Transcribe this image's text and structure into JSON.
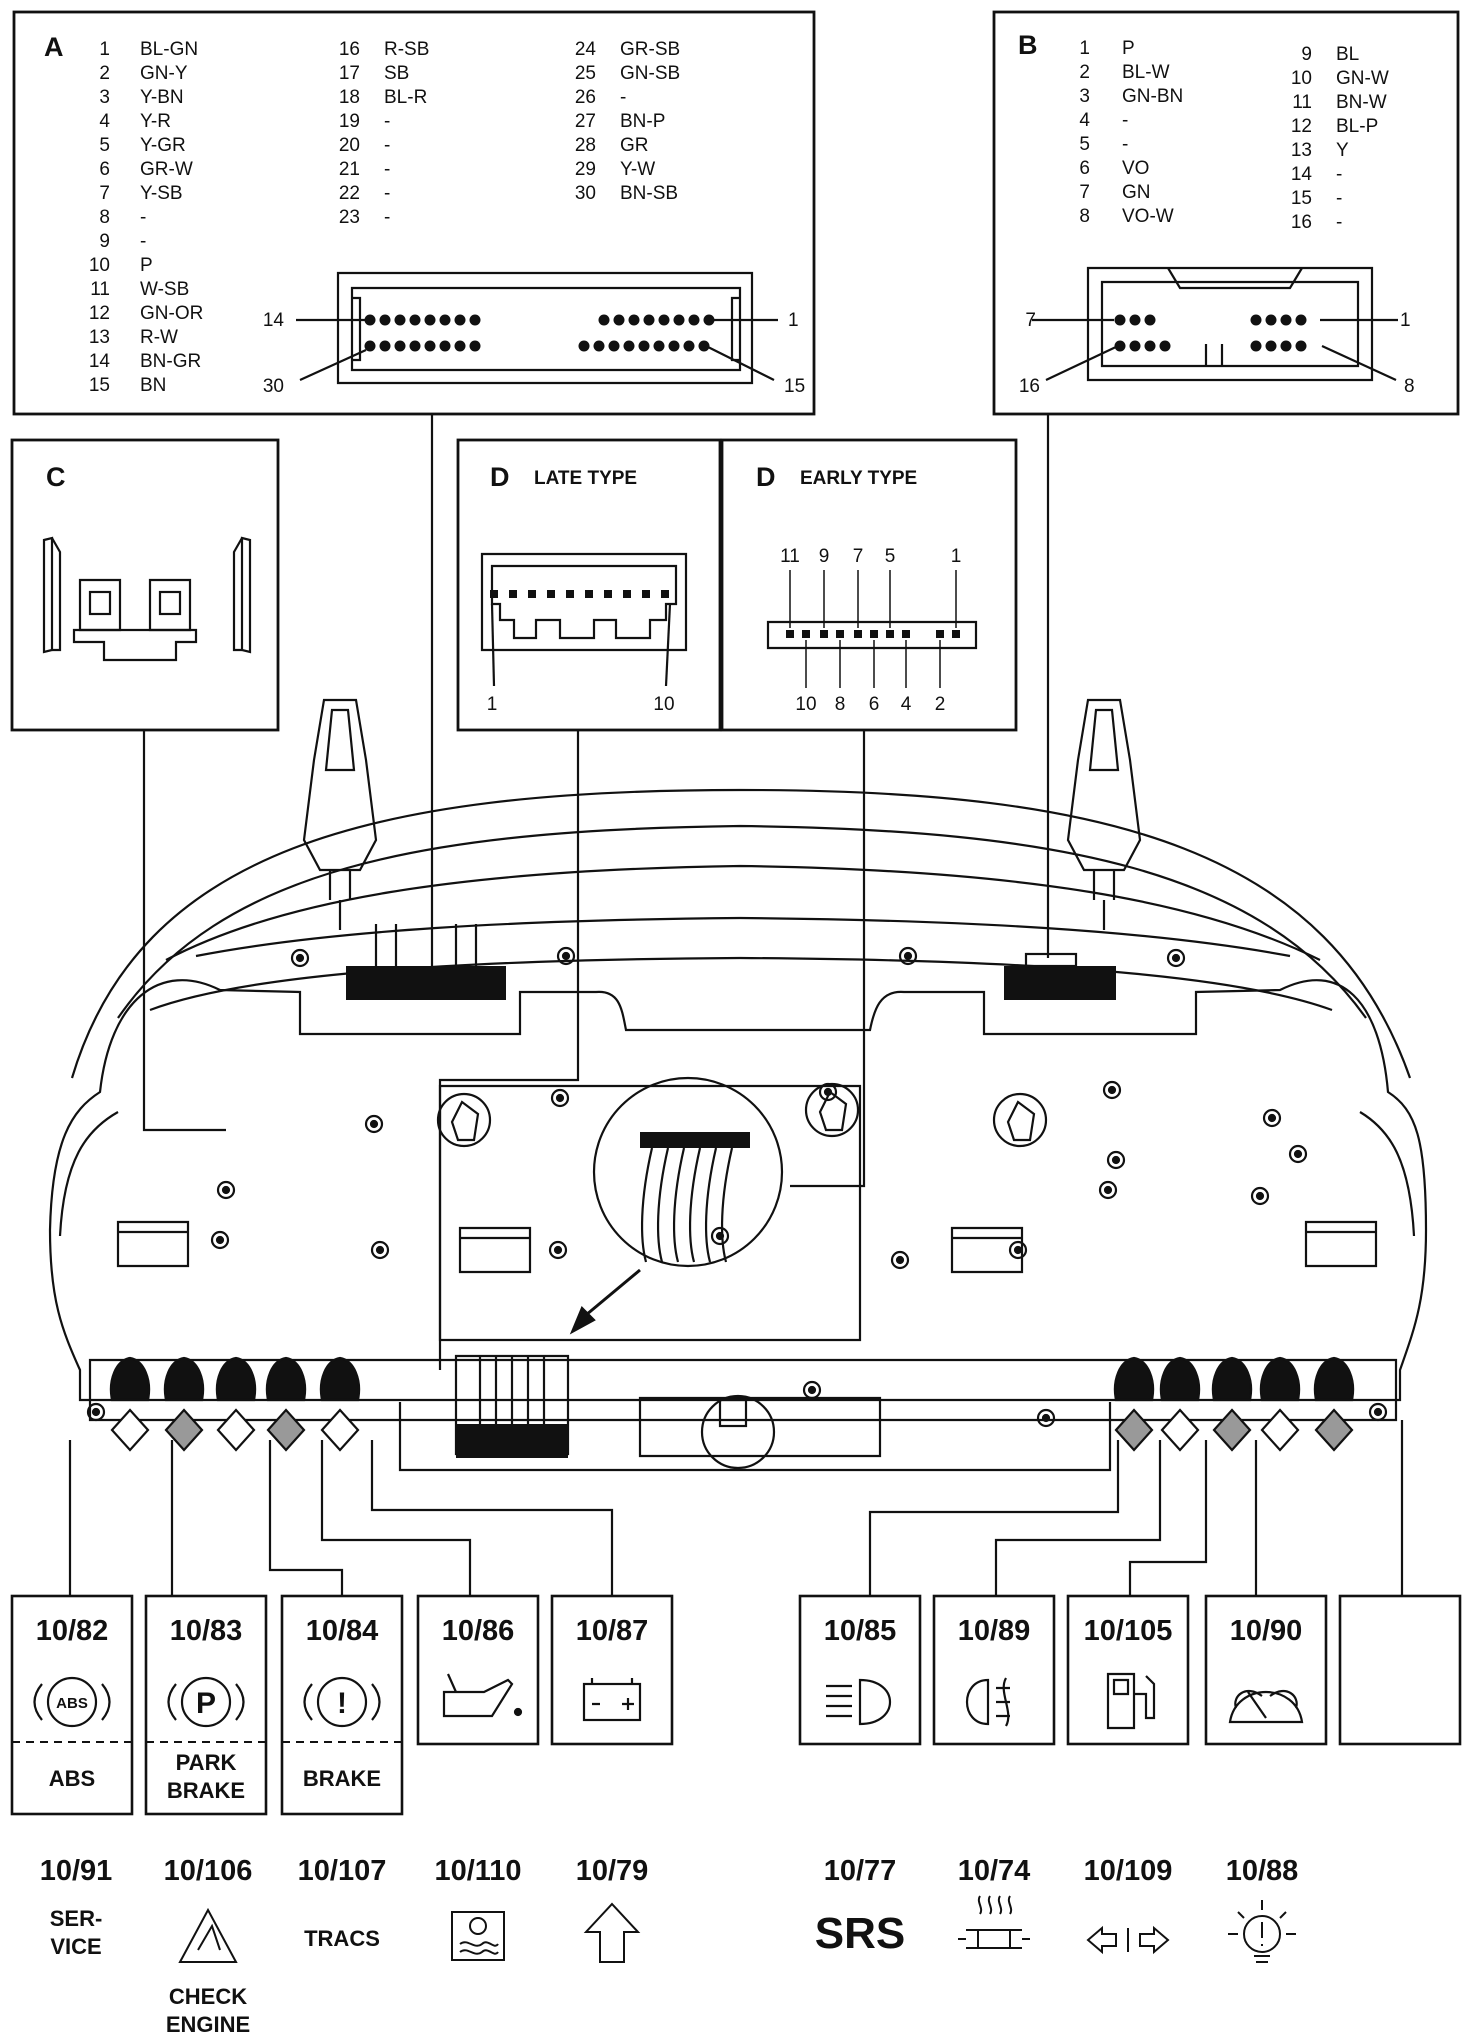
{
  "panels": {
    "A": {
      "letter": "A",
      "col1": [
        [
          "1",
          "BL-GN"
        ],
        [
          "2",
          "GN-Y"
        ],
        [
          "3",
          "Y-BN"
        ],
        [
          "4",
          "Y-R"
        ],
        [
          "5",
          "Y-GR"
        ],
        [
          "6",
          "GR-W"
        ],
        [
          "7",
          "Y-SB"
        ],
        [
          "8",
          "-"
        ],
        [
          "9",
          "-"
        ],
        [
          "10",
          "P"
        ],
        [
          "11",
          "W-SB"
        ],
        [
          "12",
          "GN-OR"
        ],
        [
          "13",
          "R-W"
        ],
        [
          "14",
          "BN-GR"
        ],
        [
          "15",
          "BN"
        ]
      ],
      "col2": [
        [
          "16",
          "R-SB"
        ],
        [
          "17",
          "SB"
        ],
        [
          "18",
          "BL-R"
        ],
        [
          "19",
          "-"
        ],
        [
          "20",
          "-"
        ],
        [
          "21",
          "-"
        ],
        [
          "22",
          "-"
        ],
        [
          "23",
          "-"
        ]
      ],
      "col3": [
        [
          "24",
          "GR-SB"
        ],
        [
          "25",
          "GN-SB"
        ],
        [
          "26",
          "-"
        ],
        [
          "27",
          "BN-P"
        ],
        [
          "28",
          "GR"
        ],
        [
          "29",
          "Y-W"
        ],
        [
          "30",
          "BN-SB"
        ]
      ],
      "callouts": {
        "tl": "14",
        "tr": "1",
        "bl": "30",
        "br": "15"
      }
    },
    "B": {
      "letter": "B",
      "col1": [
        [
          "1",
          "P"
        ],
        [
          "2",
          "BL-W"
        ],
        [
          "3",
          "GN-BN"
        ],
        [
          "4",
          "-"
        ],
        [
          "5",
          "-"
        ],
        [
          "6",
          "VO"
        ],
        [
          "7",
          "GN"
        ],
        [
          "8",
          "VO-W"
        ]
      ],
      "col2": [
        [
          "9",
          "BL"
        ],
        [
          "10",
          "GN-W"
        ],
        [
          "11",
          "BN-W"
        ],
        [
          "12",
          "BL-P"
        ],
        [
          "13",
          "Y"
        ],
        [
          "14",
          "-"
        ],
        [
          "15",
          "-"
        ],
        [
          "16",
          "-"
        ]
      ],
      "callouts": {
        "tl": "7",
        "tr": "1",
        "bl": "16",
        "br": "8"
      }
    },
    "C": {
      "letter": "C"
    },
    "D_late": {
      "letter": "D",
      "title": "LATE TYPE",
      "pin_left": "1",
      "pin_right": "10"
    },
    "D_early": {
      "letter": "D",
      "title": "EARLY TYPE",
      "top_pins": [
        "11",
        "9",
        "7",
        "5",
        "1"
      ],
      "bottom_pins": [
        "10",
        "8",
        "6",
        "4",
        "2"
      ]
    }
  },
  "bulbs": [
    {
      "code": "10/82",
      "icon": "abs-icon",
      "text": "ABS",
      "label": "ABS"
    },
    {
      "code": "10/83",
      "icon": "park-icon",
      "text": "P",
      "label": "PARK BRAKE"
    },
    {
      "code": "10/84",
      "icon": "brake-icon",
      "text": "!",
      "label": "BRAKE"
    },
    {
      "code": "10/86",
      "icon": "oil-can-icon",
      "label": ""
    },
    {
      "code": "10/87",
      "icon": "battery-icon",
      "label": ""
    },
    {
      "code": "10/85",
      "icon": "main-beam-icon",
      "label": ""
    },
    {
      "code": "10/89",
      "icon": "fog-lamp-icon",
      "label": ""
    },
    {
      "code": "10/105",
      "icon": "fuel-pump-icon",
      "label": ""
    },
    {
      "code": "10/90",
      "icon": "washer-icon",
      "label": ""
    },
    {
      "code": "",
      "icon": "",
      "label": ""
    }
  ],
  "extras": [
    {
      "code": "10/91",
      "text": "SER- VICE",
      "icon": ""
    },
    {
      "code": "10/106",
      "text": "CHECK ENGINE",
      "icon": "check-engine-icon"
    },
    {
      "code": "10/107",
      "text": "TRACS",
      "icon": ""
    },
    {
      "code": "10/110",
      "text": "",
      "icon": "coolant-icon"
    },
    {
      "code": "10/79",
      "text": "",
      "icon": "arrow-up-icon"
    },
    {
      "code": "10/77",
      "text": "SRS",
      "icon": ""
    },
    {
      "code": "10/74",
      "text": "",
      "icon": "heater-icon"
    },
    {
      "code": "10/109",
      "text": "",
      "icon": "indicator-arrows-icon"
    },
    {
      "code": "10/88",
      "text": "",
      "icon": "bulb-fail-icon"
    }
  ]
}
